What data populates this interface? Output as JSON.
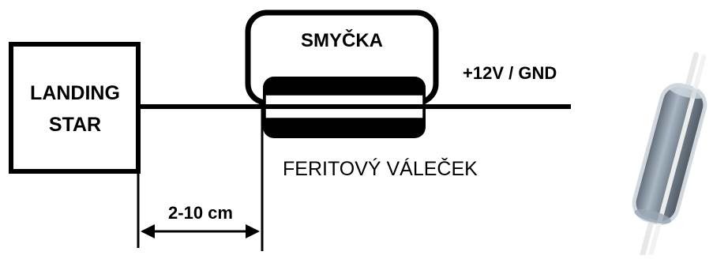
{
  "labels": {
    "device_line1": "LANDING",
    "device_line2": "STAR",
    "loop": "SMYČKA",
    "ferrite": "FERITOVÝ VÁLEČEK",
    "power": "+12V / GND",
    "distance": "2-10 cm"
  },
  "colors": {
    "line": "#000000",
    "background": "#ffffff",
    "ferrite_body": "#7c8794",
    "ferrite_highlight": "#b9c7d2",
    "cable": "#e6e6e6"
  },
  "icons": {
    "ferrite_photo": "ferrite-bead-icon"
  }
}
